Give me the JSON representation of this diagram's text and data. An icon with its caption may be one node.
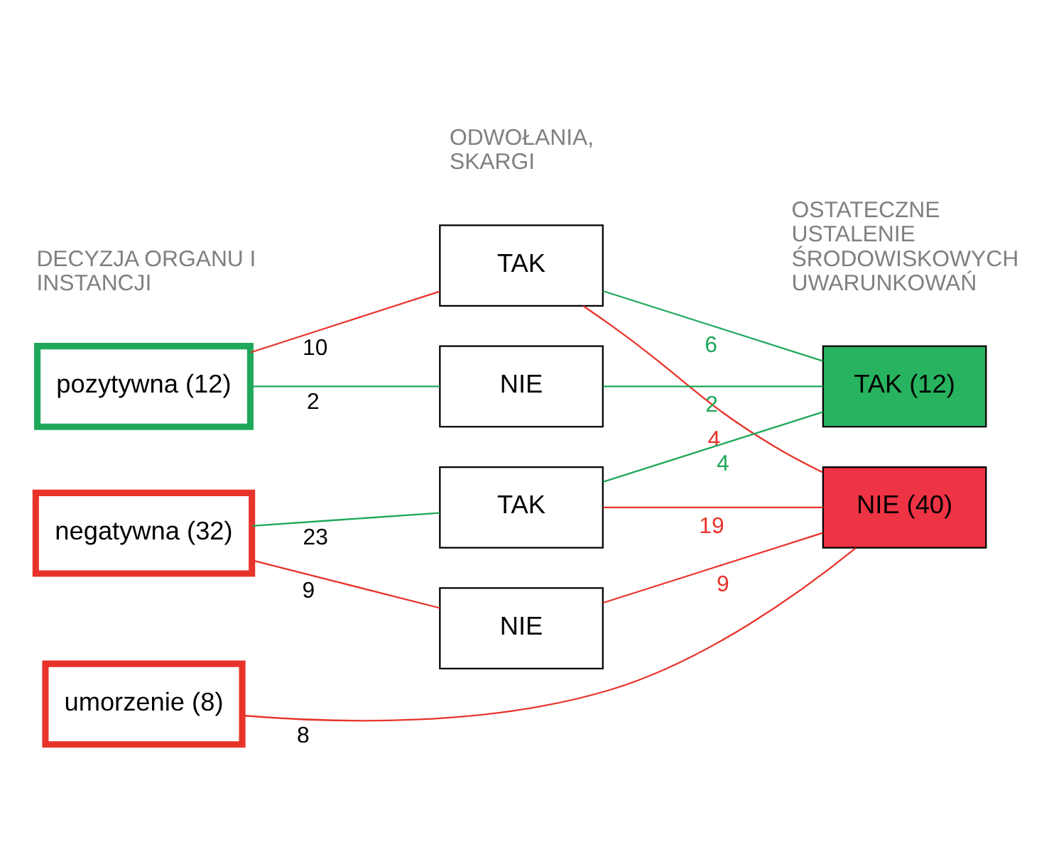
{
  "diagram": {
    "nodes": [
      {
        "text": [
          "pozytywna (12)"
        ]
      },
      {
        "text": [
          "negatywna (32)"
        ]
      },
      {
        "text": [
          "umorzenie (8)"
        ]
      },
      {
        "text": [
          "TAK"
        ]
      },
      {
        "text": [
          "NIE"
        ]
      },
      {
        "text": [
          "TAK"
        ]
      },
      {
        "text": [
          "NIE"
        ]
      },
      {
        "text": [
          "TAK (12)"
        ]
      },
      {
        "text": [
          "NIE (40)"
        ]
      }
    ],
    "edges": [
      {
        "from": 0,
        "to": 3,
        "arrow": "none",
        "label": "10",
        "color": "#e8332a"
      },
      {
        "from": 0,
        "to": 4,
        "arrow": "none",
        "label": "2",
        "color": "#1fa85a"
      },
      {
        "from": 1,
        "to": 5,
        "arrow": "none",
        "label": "23",
        "color": "#1fa85a"
      },
      {
        "from": 1,
        "to": 6,
        "arrow": "none",
        "label": "9",
        "color": "#e8332a"
      },
      {
        "from": 3,
        "to": 7,
        "arrow": "none",
        "label": "6",
        "color": "#1fa85a"
      },
      {
        "from": 3,
        "to": 8,
        "arrow": "none",
        "label": "4",
        "color": "#e8332a"
      },
      {
        "from": 4,
        "to": 7,
        "arrow": "none",
        "label": "2",
        "color": "#1fa85a"
      },
      {
        "from": 5,
        "to": 7,
        "arrow": "none",
        "label": "4",
        "color": "#1fa85a"
      },
      {
        "from": 5,
        "to": 8,
        "arrow": "none",
        "label": "19",
        "color": "#e8332a"
      },
      {
        "from": 6,
        "to": 8,
        "arrow": "none",
        "label": "9",
        "color": "#e8332a"
      },
      {
        "from": 2,
        "to": 8,
        "arrow": "none",
        "label": "8",
        "color": "#e8332a"
      }
    ],
    "labels": [
      "DECYZJA ORGANU I INSTANCJI",
      "ODWOŁANIA, SKARGI",
      "OSTATECZNE USTALENIE ŚRODOWISKOWYCH UWARUNKOWAŃ"
    ]
  }
}
